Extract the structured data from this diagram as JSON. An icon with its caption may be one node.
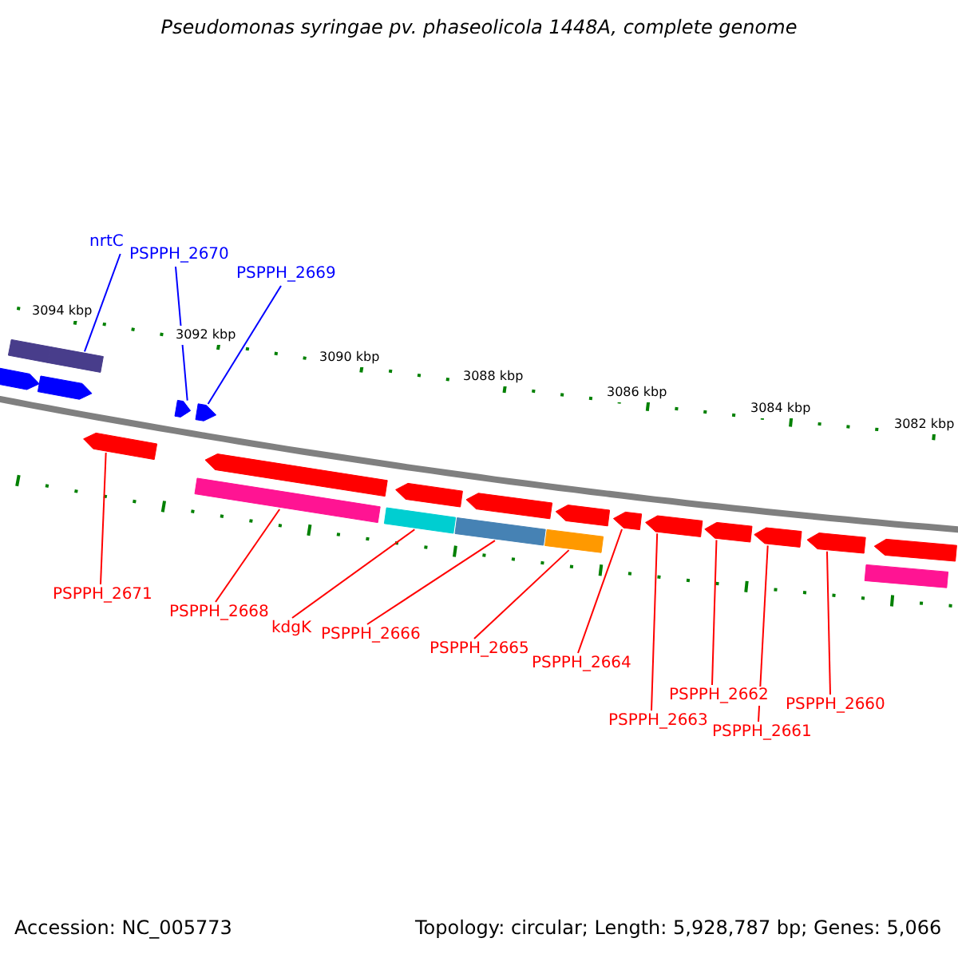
{
  "diagram": {
    "title": "Pseudomonas syringae pv. phaseolicola 1448A, complete genome",
    "nodes": [
      {
        "text": [
          "nrtC"
        ]
      },
      {
        "text": [
          "PSPPH_2670"
        ]
      },
      {
        "text": [
          "PSPPH_2669"
        ]
      },
      {
        "text": [
          "PSPPH_2671"
        ]
      },
      {
        "text": [
          "PSPPH_2668"
        ]
      },
      {
        "text": [
          "kdgK"
        ]
      },
      {
        "text": [
          "PSPPH_2666"
        ]
      },
      {
        "text": [
          "PSPPH_2665"
        ]
      },
      {
        "text": [
          "PSPPH_2664"
        ]
      },
      {
        "text": [
          "PSPPH_2662"
        ]
      },
      {
        "text": [
          "PSPPH_2660"
        ]
      },
      {
        "text": [
          "PSPPH_2663"
        ]
      },
      {
        "text": [
          "PSPPH_2661"
        ]
      },
      {
        "text": [],
        "shape": "bar"
      },
      {
        "text": [],
        "shape": "arrow"
      },
      {
        "text": [],
        "shape": "bar"
      },
      {
        "text": [],
        "shape": "arrow"
      },
      {
        "text": [],
        "shape": "arrow"
      },
      {
        "text": [],
        "shape": "arrow"
      },
      {
        "text": [],
        "shape": "arrow"
      },
      {
        "text": [],
        "shape": "bar"
      },
      {
        "text": [],
        "shape": "arrow"
      },
      {
        "text": [],
        "shape": "bar"
      },
      {
        "text": [],
        "shape": "arrow"
      },
      {
        "text": [],
        "shape": "bar"
      },
      {
        "text": [],
        "shape": "arrow"
      },
      {
        "text": [],
        "shape": "bar"
      },
      {
        "text": [],
        "shape": "arrow"
      },
      {
        "text": [],
        "shape": "arrow"
      },
      {
        "text": [],
        "shape": "arrow"
      },
      {
        "text": [],
        "shape": "arrow"
      },
      {
        "text": [],
        "shape": "arrow"
      },
      {
        "text": [],
        "shape": "arrow"
      },
      {
        "text": [],
        "shape": "bar"
      },
      {
        "text": [],
        "shape": "arrow"
      }
    ],
    "edges": [
      {
        "from": 0,
        "to": 15,
        "arrow": "none",
        "color": "#0000ff"
      },
      {
        "from": 1,
        "to": 18,
        "arrow": "none",
        "color": "#0000ff"
      },
      {
        "from": 2,
        "to": 19,
        "arrow": "none",
        "color": "#0000ff"
      },
      {
        "from": 3,
        "to": 17,
        "arrow": "none"
      },
      {
        "from": 4,
        "to": 20,
        "arrow": "none"
      },
      {
        "from": 5,
        "to": 22,
        "arrow": "none"
      },
      {
        "from": 6,
        "to": 24,
        "arrow": "none"
      },
      {
        "from": 7,
        "to": 26,
        "arrow": "none"
      },
      {
        "from": 8,
        "to": 28,
        "arrow": "none"
      },
      {
        "from": 9,
        "to": 30,
        "arrow": "none"
      },
      {
        "from": 10,
        "to": 32,
        "arrow": "none"
      },
      {
        "from": 11,
        "to": 29,
        "arrow": "none"
      },
      {
        "from": 12,
        "to": 31,
        "arrow": "none"
      }
    ],
    "labels": [
      "3094 kbp",
      "3092 kbp",
      "3090 kbp",
      "3088 kbp",
      "3086 kbp",
      "3084 kbp",
      "3082 kbp",
      "Accession: NC_005773",
      "Topology: circular; Length: 5,928,787 bp; Genes: 5,066"
    ]
  }
}
